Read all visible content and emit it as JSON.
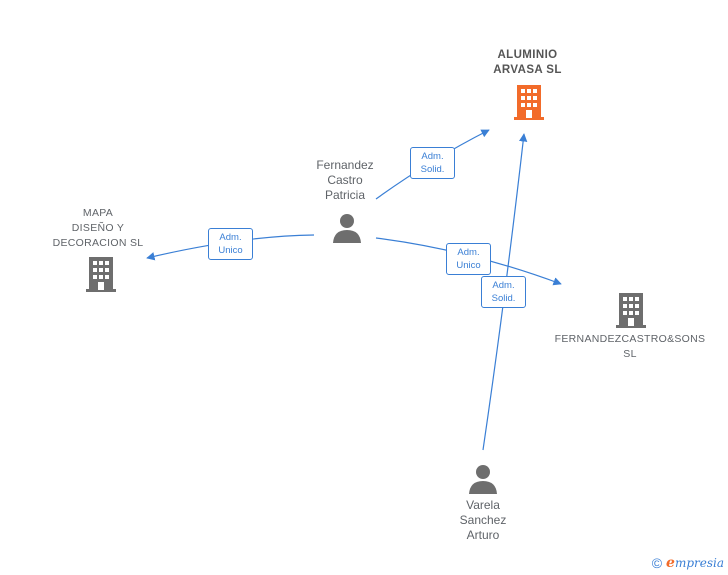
{
  "colors": {
    "edge": "#3a7fd5",
    "main_company": "#f26b2a",
    "company": "#6e6e6e",
    "person": "#6e6e6e"
  },
  "nodes": {
    "aluminio": {
      "label": "ALUMINIO\nARVASA  SL",
      "icon": "building-icon"
    },
    "mapa": {
      "label": "MAPA\nDISEÑO Y\nDECORACION SL",
      "icon": "building-icon"
    },
    "fernandezcastro": {
      "label": "FERNANDEZCASTRO&SONS\nSL",
      "icon": "building-icon"
    },
    "fernandez": {
      "label": "Fernandez\nCastro\nPatricia",
      "icon": "person-icon"
    },
    "varela": {
      "label": "Varela\nSanchez\nArturo",
      "icon": "person-icon"
    }
  },
  "edges": [
    {
      "id": "e1",
      "label": "Adm.\nSolid."
    },
    {
      "id": "e2",
      "label": "Adm.\nUnico"
    },
    {
      "id": "e3",
      "label": "Adm.\nUnico"
    },
    {
      "id": "e4",
      "label": "Adm.\nSolid."
    }
  ],
  "footer": {
    "copyright": "©",
    "brand_first": "e",
    "brand_rest": "mpresia"
  }
}
